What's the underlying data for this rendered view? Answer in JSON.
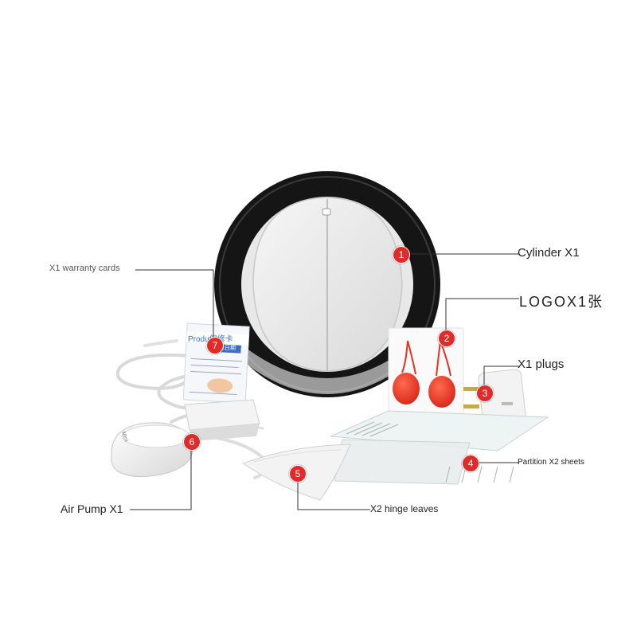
{
  "callouts": {
    "cylinder": {
      "number": "1",
      "text": "Cylinder X1"
    },
    "logo": {
      "number": "2",
      "text": "LOGOX1张"
    },
    "plug": {
      "number": "3",
      "text": "X1 plugs"
    },
    "partition": {
      "number": "4",
      "text": "Partition X2 sheets"
    },
    "hinge": {
      "number": "5",
      "text": "X2 hinge leaves"
    },
    "pump": {
      "number": "6",
      "text": "Air Pump X1"
    },
    "warranty": {
      "number": "7",
      "text": "X1 warranty cards"
    }
  },
  "warranty_card": {
    "header": "Produ保修卡",
    "subheader": "保修日期"
  },
  "pump_brand": "Mini",
  "colors": {
    "badge": "#e02b2b",
    "leader_line": "#333333",
    "cylinder_ring": "#151515",
    "cherry": "#e8321f"
  }
}
